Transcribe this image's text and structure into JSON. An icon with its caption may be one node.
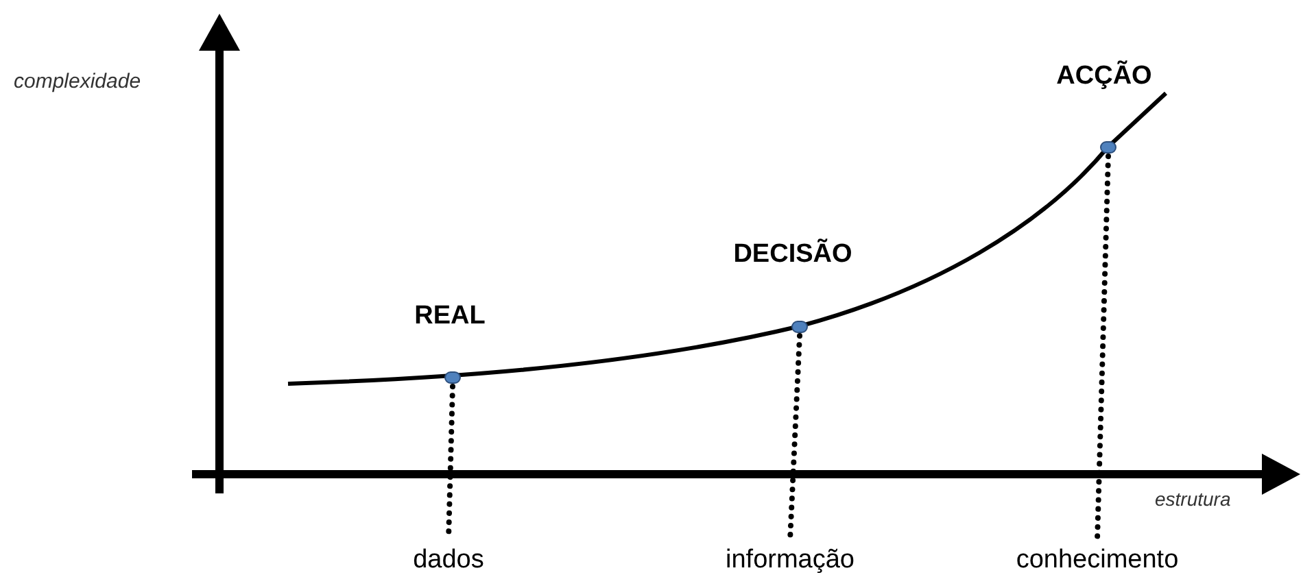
{
  "diagram": {
    "nodes": [
      {
        "text": [],
        "shape": "circle",
        "beside": [
          "REAL"
        ]
      },
      {
        "text": [],
        "shape": "circle",
        "beside": [
          "DECISÃO"
        ]
      },
      {
        "text": [],
        "shape": "circle",
        "beside": [
          "ACÇÃO"
        ]
      },
      {
        "text": [
          "dados"
        ]
      },
      {
        "text": [
          "informação"
        ]
      },
      {
        "text": [
          "conhecimento"
        ]
      }
    ],
    "edges": [
      {
        "from": 0,
        "to": 3,
        "arrow": "none",
        "style": "dashed"
      },
      {
        "from": 1,
        "to": 4,
        "arrow": "none",
        "style": "dashed"
      },
      {
        "from": 2,
        "to": 5,
        "arrow": "none",
        "style": "dashed"
      }
    ],
    "labels": [
      "complexidade",
      "estrutura"
    ]
  }
}
